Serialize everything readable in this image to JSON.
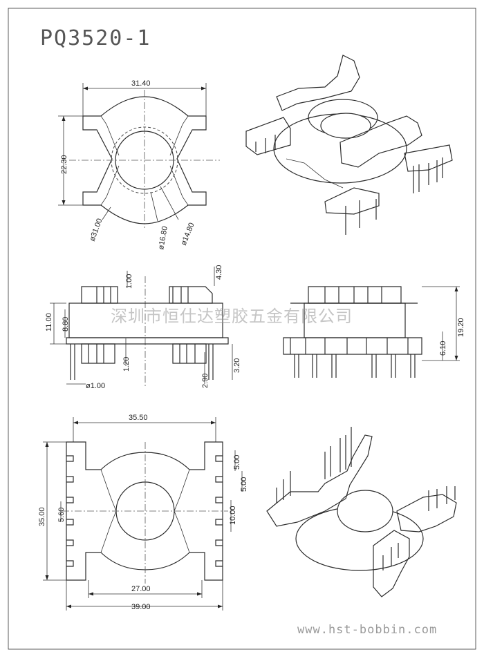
{
  "title": "PQ3520-1",
  "watermark": "深圳市恒仕达塑胶五金有限公司",
  "website": "www.hst-bobbin.com",
  "top_view": {
    "width": "31.40",
    "height": "22.30",
    "outer_dia": "ø31.00",
    "inner_dia": "ø16.80",
    "hole_dia": "ø14.80"
  },
  "front_view": {
    "total_height": "11.00",
    "body_height": "8.80",
    "top_step": "1.00",
    "flange_top": "4.30",
    "base": "1.20",
    "pin_dia": "ø1.00",
    "pin_offset": "2.90",
    "pin_len": "3.20"
  },
  "side_view": {
    "total_height": "19.20",
    "pin_len": "6.10"
  },
  "bottom_view": {
    "top_width": "35.50",
    "inner_width": "27.00",
    "outer_width": "39.00",
    "height": "35.00",
    "left_pitch": "5.60",
    "pitch_a": "5.00",
    "pitch_b": "5.00",
    "pitch_c": "10.00"
  }
}
